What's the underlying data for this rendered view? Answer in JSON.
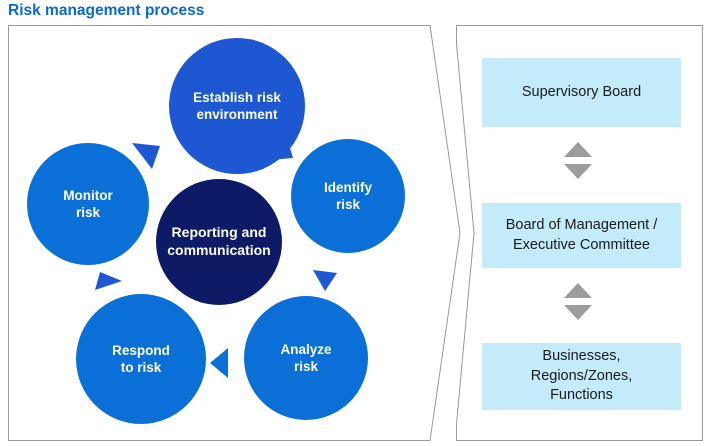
{
  "title": "Risk management process",
  "process_cycle": {
    "center": {
      "label": "Reporting and\ncommunication"
    },
    "steps": [
      {
        "id": "establish-risk-environment",
        "label": "Establish risk\nenvironment"
      },
      {
        "id": "identify-risk",
        "label": "Identify\nrisk"
      },
      {
        "id": "analyze-risk",
        "label": "Analyze\nrisk"
      },
      {
        "id": "respond-to-risk",
        "label": "Respond\nto risk"
      },
      {
        "id": "monitor-risk",
        "label": "Monitor\nrisk"
      }
    ]
  },
  "governance_chain": {
    "boxes": [
      {
        "label": "Supervisory Board"
      },
      {
        "label": "Board of Management /\nExecutive Committee"
      },
      {
        "label": "Businesses,\nRegions/Zones,\nFunctions"
      }
    ]
  },
  "colors": {
    "title_text": "#0a68d4",
    "step_royal_blue": "#1d58d2",
    "step_azure_blue": "#0a70d8",
    "center_navy": "#0d1b66",
    "cycle_arrow_blue": "#1d58d2",
    "governance_box_fill": "#c4ebfa",
    "governance_text": "#1a1a1a",
    "updown_arrow_gray": "#9c9c9c",
    "panel_border_gray": "#9a9a9a"
  }
}
